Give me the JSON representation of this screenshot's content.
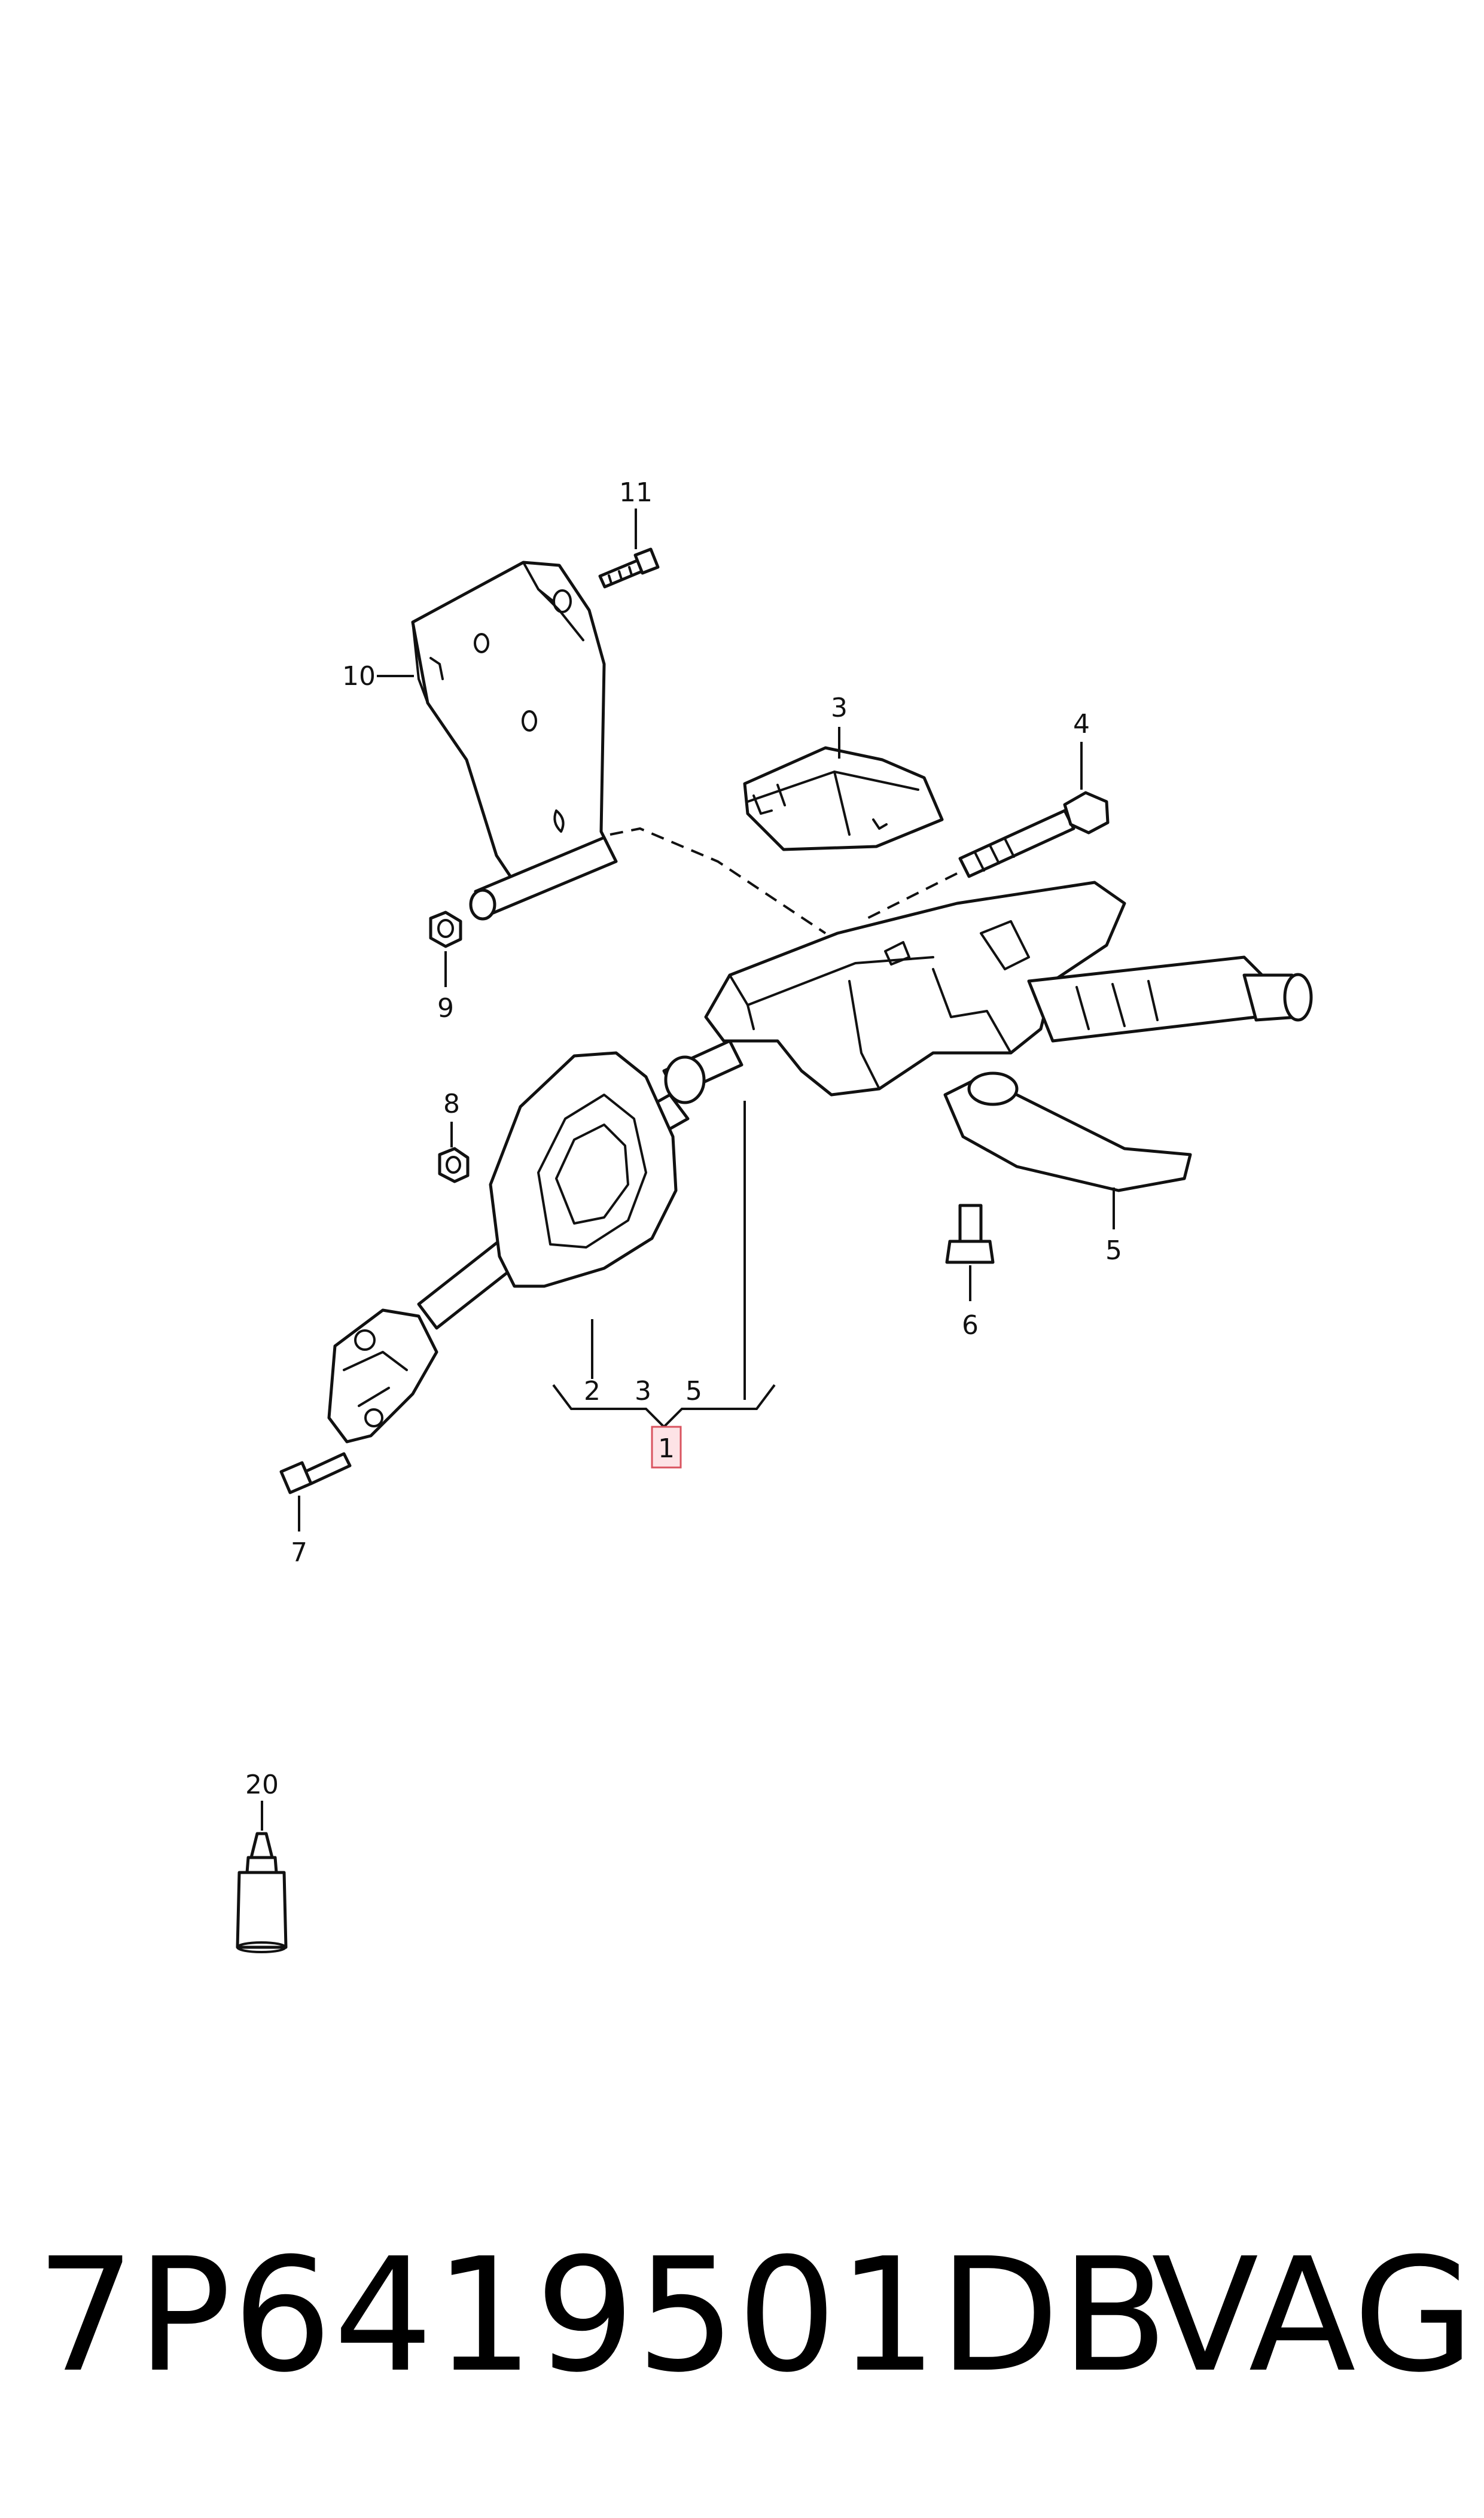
{
  "callouts": {
    "c1": "1",
    "c2": "2",
    "c3": "3",
    "c3_top": "3",
    "c4": "4",
    "c5": "5",
    "c5_right": "5",
    "c6": "6",
    "c7": "7",
    "c8": "8",
    "c9": "9",
    "c10": "10",
    "c11": "11",
    "c20": "20"
  },
  "footer": {
    "part_number": "7P6419501DB",
    "brand": "VAG"
  },
  "colors": {
    "highlight_fill": "#fde3e6",
    "highlight_stroke": "#d9535f",
    "line": "#111111"
  }
}
